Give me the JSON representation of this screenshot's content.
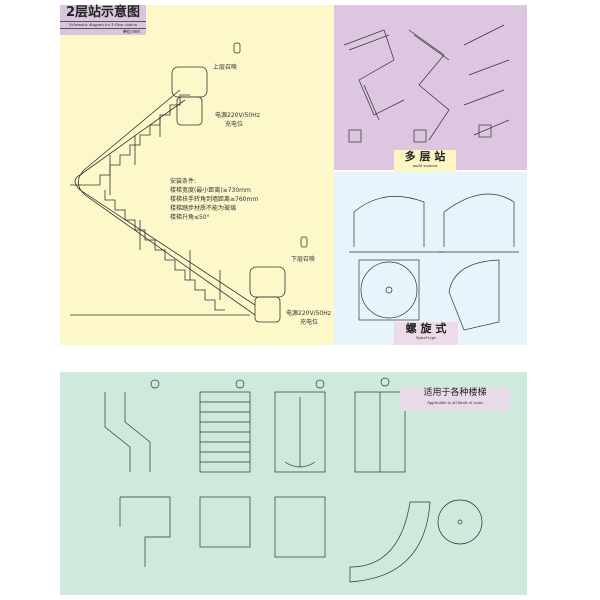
{
  "two_floor": {
    "title_cn": "2层站示意图",
    "title_en": "Schematic diagram for 2-floor station",
    "unit": "单位:mm",
    "upper_call": "上层召唤",
    "lower_call": "下层召唤",
    "power_upper": "电源220V/50Hz",
    "charge_upper": "充电位",
    "power_lower": "电源220V/50Hz",
    "charge_lower": "充电位",
    "conditions": [
      "安装条件:",
      "楼梯宽度(最小距离)≥730mm",
      "楼梯扶手转角到墙距离≥760mm",
      "楼梯踏步材质不能为玻璃",
      "楼梯升角≤50°"
    ]
  },
  "multi": {
    "title_cn": "多 层 站",
    "title_en": "multi-stations"
  },
  "spiral": {
    "title_cn": "螺 旋 式",
    "title_en": "Spiral-type"
  },
  "applicable": {
    "title_cn": "适用于各种楼梯",
    "title_en": "Applicable to all kinds of stairs"
  },
  "colors": {
    "yellow": "#fdf8c9",
    "purple": "#dcc6e0",
    "blue": "#e8f4fb",
    "green": "#cdeadb"
  }
}
